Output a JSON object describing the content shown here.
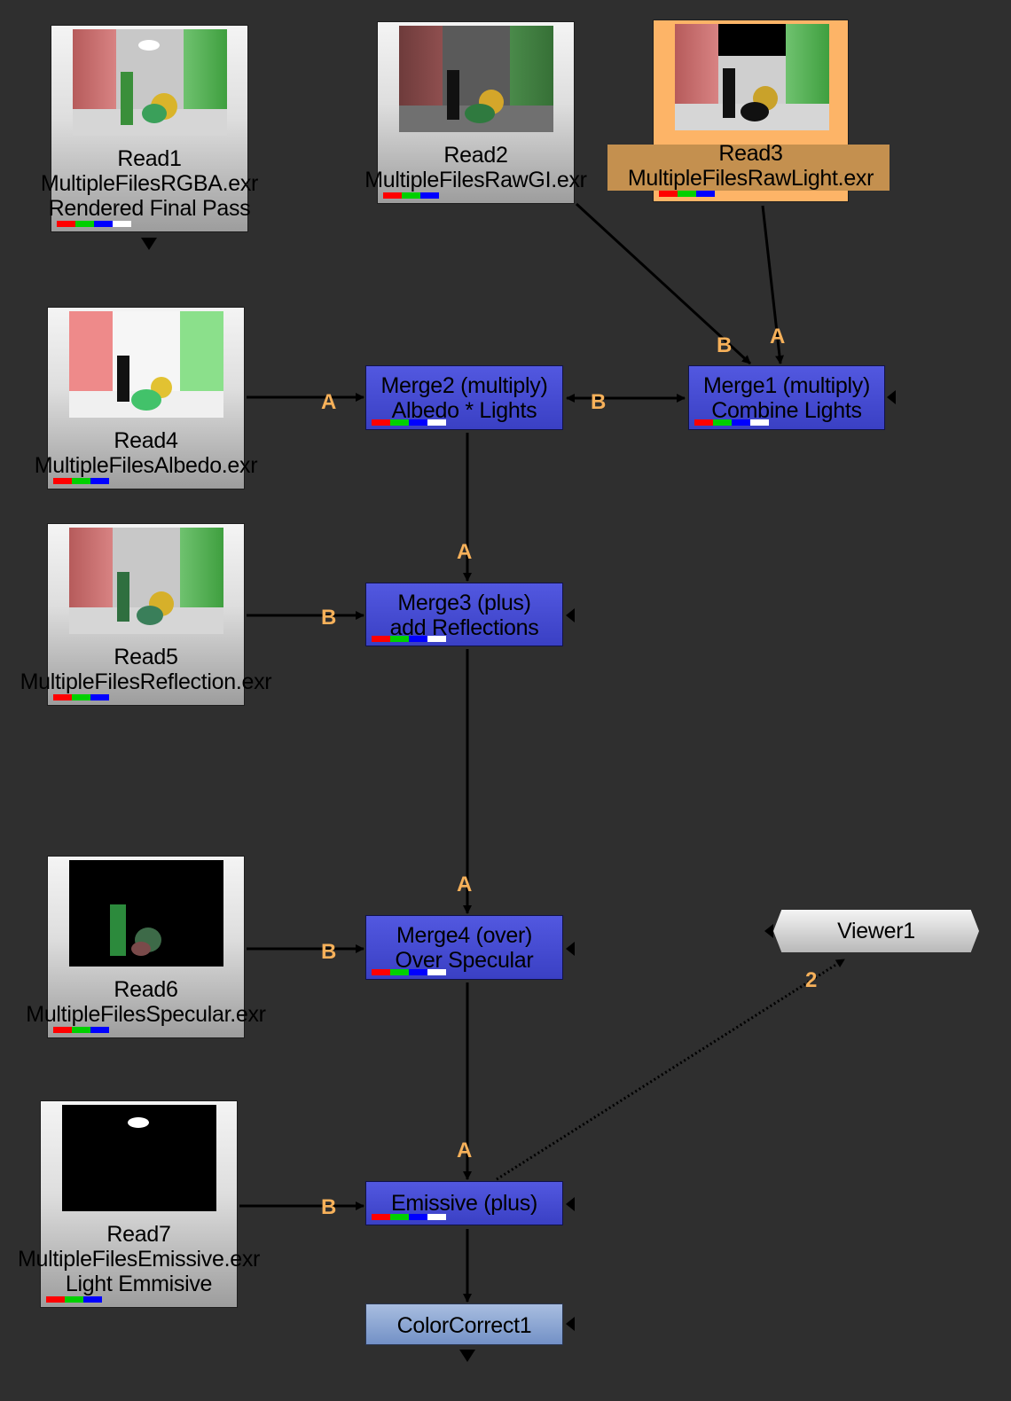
{
  "nodes": {
    "read1": {
      "name": "Read1",
      "file": "MultipleFilesRGBA.exr",
      "note": "Rendered Final Pass"
    },
    "read2": {
      "name": "Read2",
      "file": "MultipleFilesRawGI.exr"
    },
    "read3": {
      "name": "Read3",
      "file": "MultipleFilesRawLight.exr"
    },
    "read4": {
      "name": "Read4",
      "file": "MultipleFilesAlbedo.exr"
    },
    "read5": {
      "name": "Read5",
      "file": "MultipleFilesReflection.exr"
    },
    "read6": {
      "name": "Read6",
      "file": "MultipleFilesSpecular.exr"
    },
    "read7": {
      "name": "Read7",
      "file": "MultipleFilesEmissive.exr",
      "note": "Light Emmisive"
    },
    "merge1": {
      "line1": "Merge1 (multiply)",
      "line2": "Combine Lights"
    },
    "merge2": {
      "line1": "Merge2 (multiply)",
      "line2": "Albedo * Lights"
    },
    "merge3": {
      "line1": "Merge3 (plus)",
      "line2": "add Reflections"
    },
    "merge4": {
      "line1": "Merge4 (over)",
      "line2": "Over Specular"
    },
    "emissive": {
      "line1": "Emissive (plus)"
    },
    "colorcorrect": {
      "line1": "ColorCorrect1"
    },
    "viewer": {
      "line1": "Viewer1"
    }
  },
  "inputs": {
    "a": "A",
    "b": "B",
    "viewer_input": "2"
  },
  "colors": {
    "background": "#2f2f2f",
    "merge": "#3f48cc",
    "selected": "#fdb467",
    "input_label": "#f7b15a"
  }
}
